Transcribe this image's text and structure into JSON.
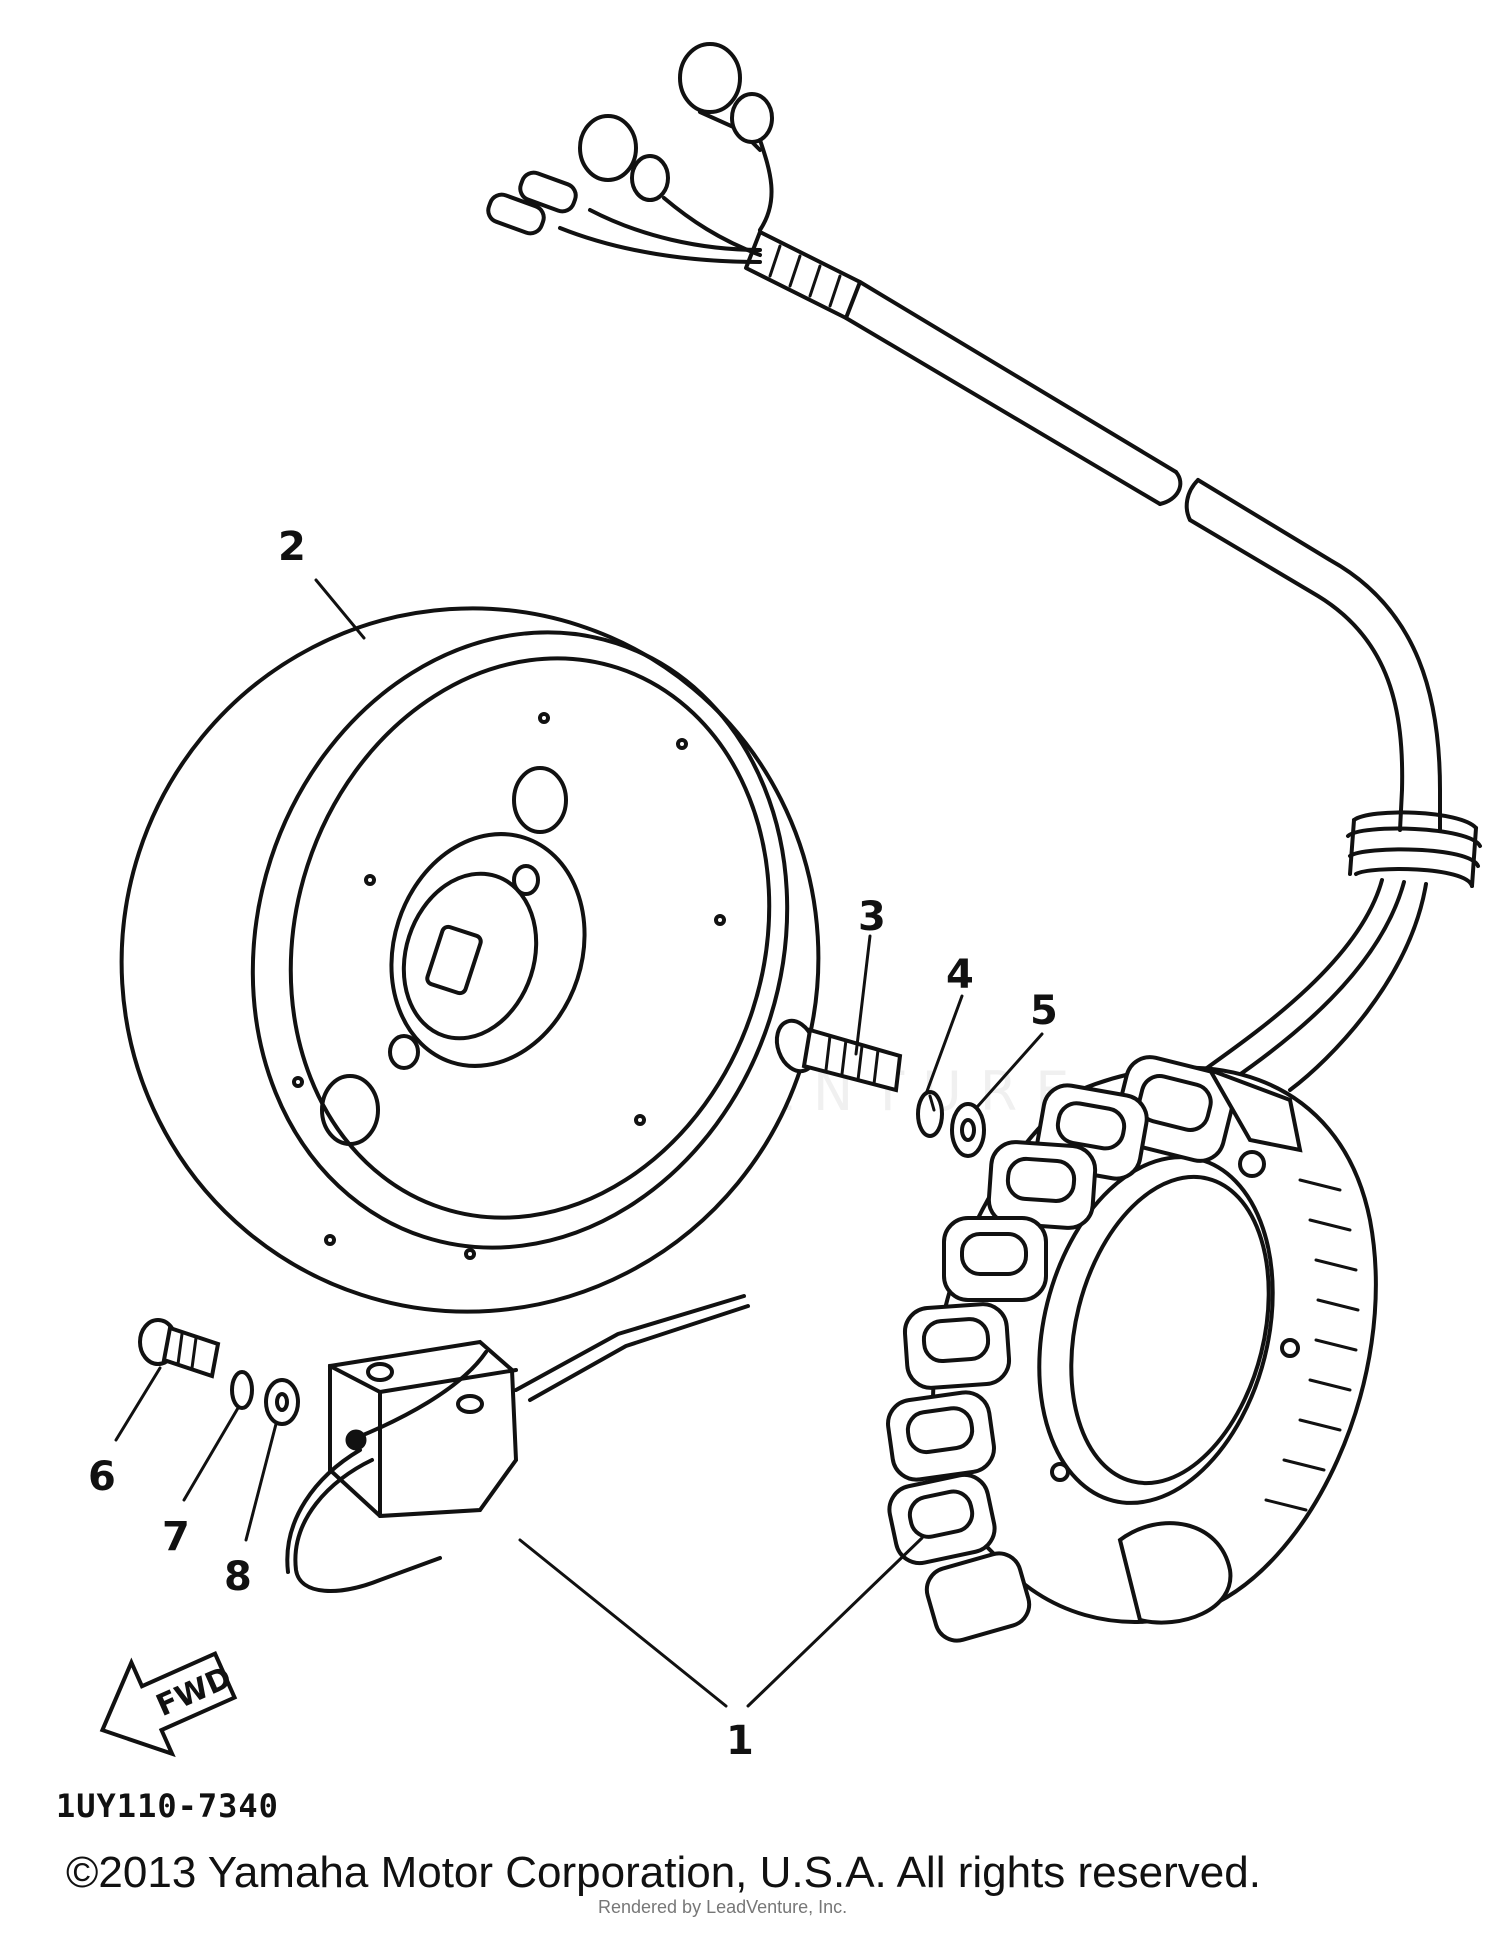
{
  "callouts": {
    "1": "1",
    "2": "2",
    "3": "3",
    "4": "4",
    "5": "5",
    "6": "6",
    "7": "7",
    "8": "8"
  },
  "fwd_label": "FWD",
  "diagram_code": "1UY110-7340",
  "copyright": "©2013 Yamaha Motor Corporation, U.S.A. All rights reserved.",
  "rendered_by": "Rendered by LeadVenture, Inc.",
  "watermark": "LEADVENTURE"
}
